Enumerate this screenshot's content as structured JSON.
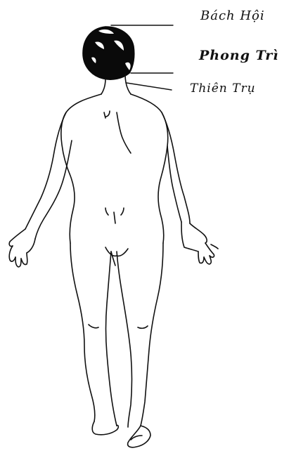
{
  "labels": {
    "bach_hoi": "Bách Hội",
    "phong_tri": "Phong Trì",
    "thien_tru": "Thiên Trụ"
  },
  "colors": {
    "line": "#111111",
    "hair": "#0a0a0a",
    "background": "#ffffff"
  }
}
